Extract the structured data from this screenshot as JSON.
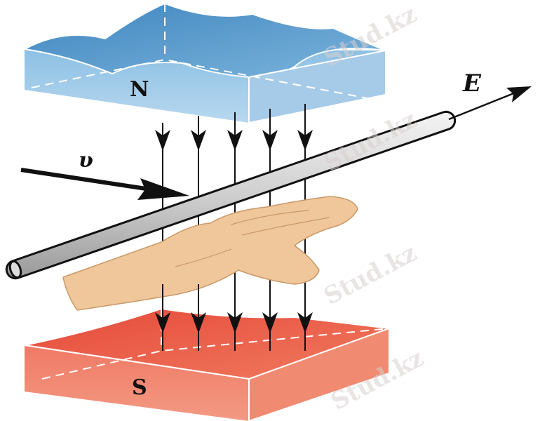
{
  "labels": {
    "north": "N",
    "south": "S",
    "velocity": "υ",
    "emf": "E"
  },
  "watermark": "Stud.kz",
  "colors": {
    "north_magnet": "#5b9ccc",
    "south_magnet": "#e5483a",
    "rod": "#d8d8d8",
    "hand": "#efc79a",
    "field_lines": "#111111"
  },
  "field_line_count": 5
}
